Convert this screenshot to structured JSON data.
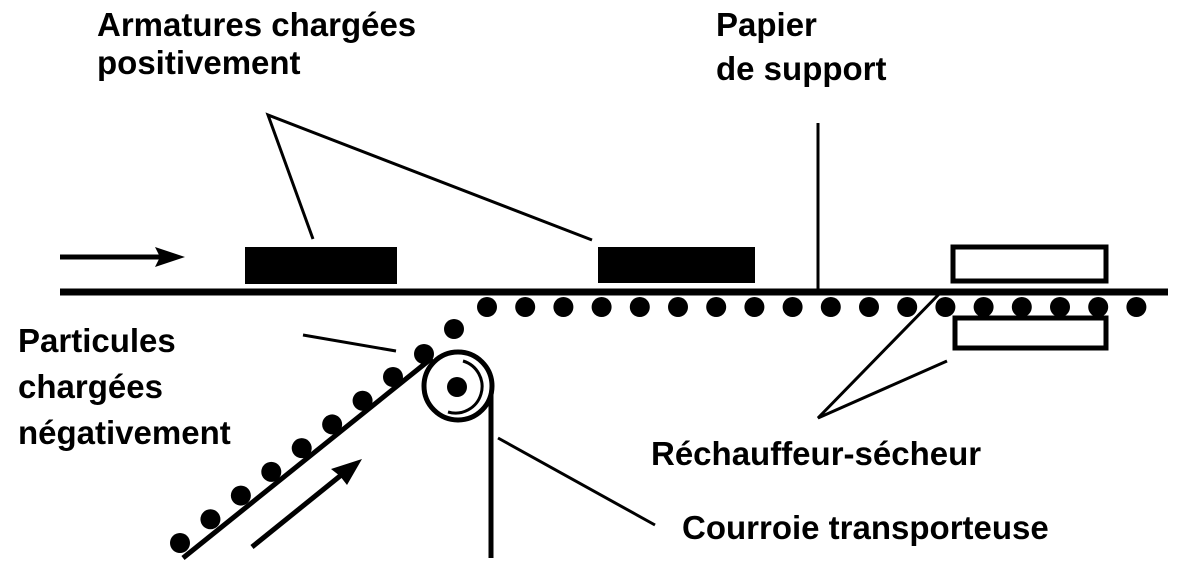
{
  "diagram": {
    "type": "electrostatic-coating-process",
    "colors": {
      "ink": "#000000",
      "background": "#ffffff"
    },
    "labels": {
      "armatures_line1": "Armatures chargées",
      "armatures_line2": "positivement",
      "papier_line1": "Papier",
      "papier_line2": "de support",
      "particules_line1": "Particules",
      "particules_line2": "chargées",
      "particules_line3": "négativement",
      "rechauffeur": "Réchauffeur-sécheur",
      "courroie": "Courroie transporteuse"
    },
    "components": [
      {
        "id": "feed-arrow",
        "kind": "arrow",
        "meaning": "paper direction"
      },
      {
        "id": "armature-1",
        "kind": "filled-rect",
        "meaning": "positively charged armature"
      },
      {
        "id": "armature-2",
        "kind": "filled-rect",
        "meaning": "positively charged armature"
      },
      {
        "id": "heater-top",
        "kind": "outline-rect",
        "meaning": "heater-dryer"
      },
      {
        "id": "heater-bottom",
        "kind": "outline-rect",
        "meaning": "heater-dryer"
      },
      {
        "id": "roller",
        "kind": "roller",
        "meaning": "belt drive roller"
      },
      {
        "id": "belt-arrow",
        "kind": "arrow",
        "meaning": "belt direction"
      }
    ],
    "particle_counts": {
      "under_paper": 18,
      "transfer": 2,
      "on_belt": 8
    }
  }
}
